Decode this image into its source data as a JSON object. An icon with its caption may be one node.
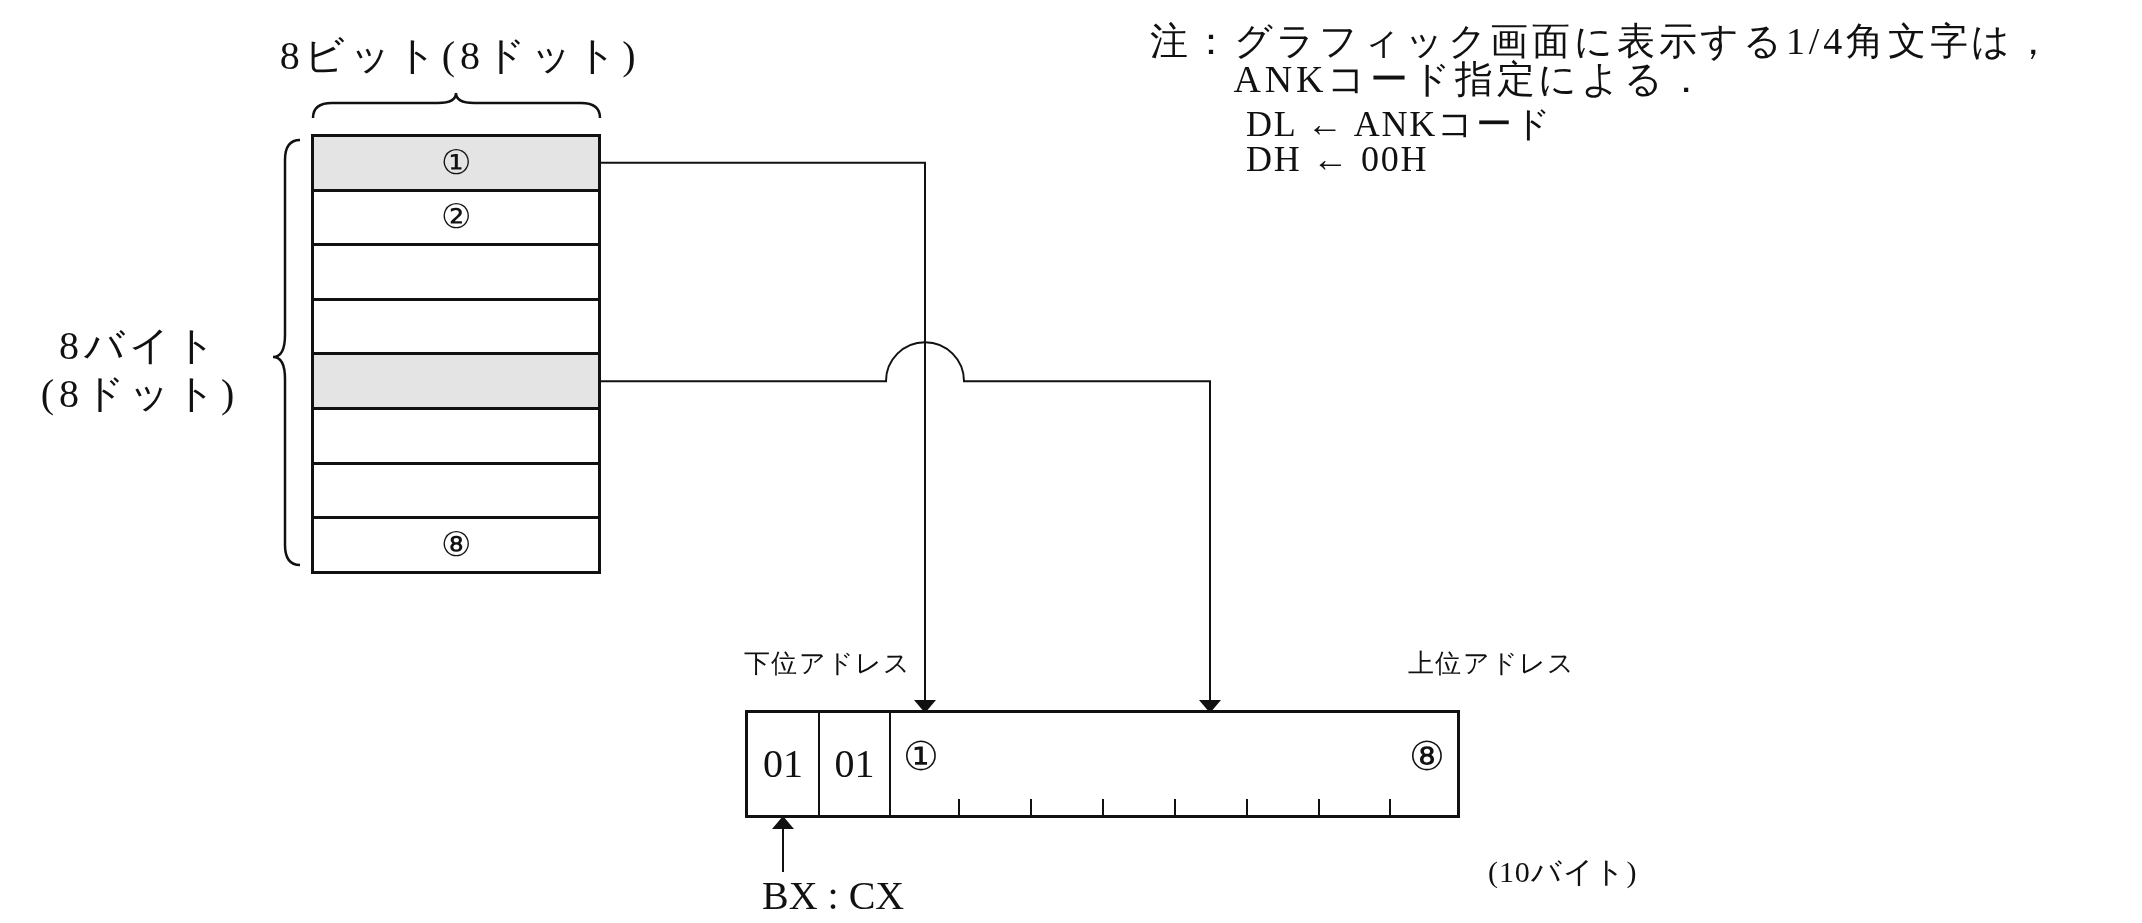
{
  "diagram": {
    "nodes": [
      {
        "text": [
          "①"
        ]
      },
      {
        "text": [
          "②"
        ]
      },
      {
        "text": [],
        "shape": "box"
      },
      {
        "text": [],
        "shape": "box"
      },
      {
        "text": [],
        "shape": "box"
      },
      {
        "text": [],
        "shape": "box"
      },
      {
        "text": [],
        "shape": "box"
      },
      {
        "text": [
          "⑧"
        ]
      },
      {
        "text": [],
        "shape": "box"
      },
      {
        "text": [
          "01"
        ],
        "in": 8
      },
      {
        "text": [
          "01"
        ],
        "in": 8
      },
      {
        "text": [
          "①",
          "⑧"
        ],
        "in": 8
      },
      {
        "text": [
          "BX : CX"
        ]
      }
    ],
    "edges": [
      {
        "from": 0,
        "to": 11,
        "arrow": "to"
      },
      {
        "from": 4,
        "to": 11,
        "arrow": "to"
      },
      {
        "from": 12,
        "to": 9,
        "arrow": "to"
      }
    ],
    "labels": [
      "8ビット(8ドット)",
      "注：グラフィック画面に表示する1/4角文字は，ANKコード指定による．",
      "DL ← ANKコード",
      "DH ← 00H",
      "8バイト",
      "(8ドット)",
      "下位アドレス",
      "上位アドレス",
      "(10バイト)"
    ]
  }
}
